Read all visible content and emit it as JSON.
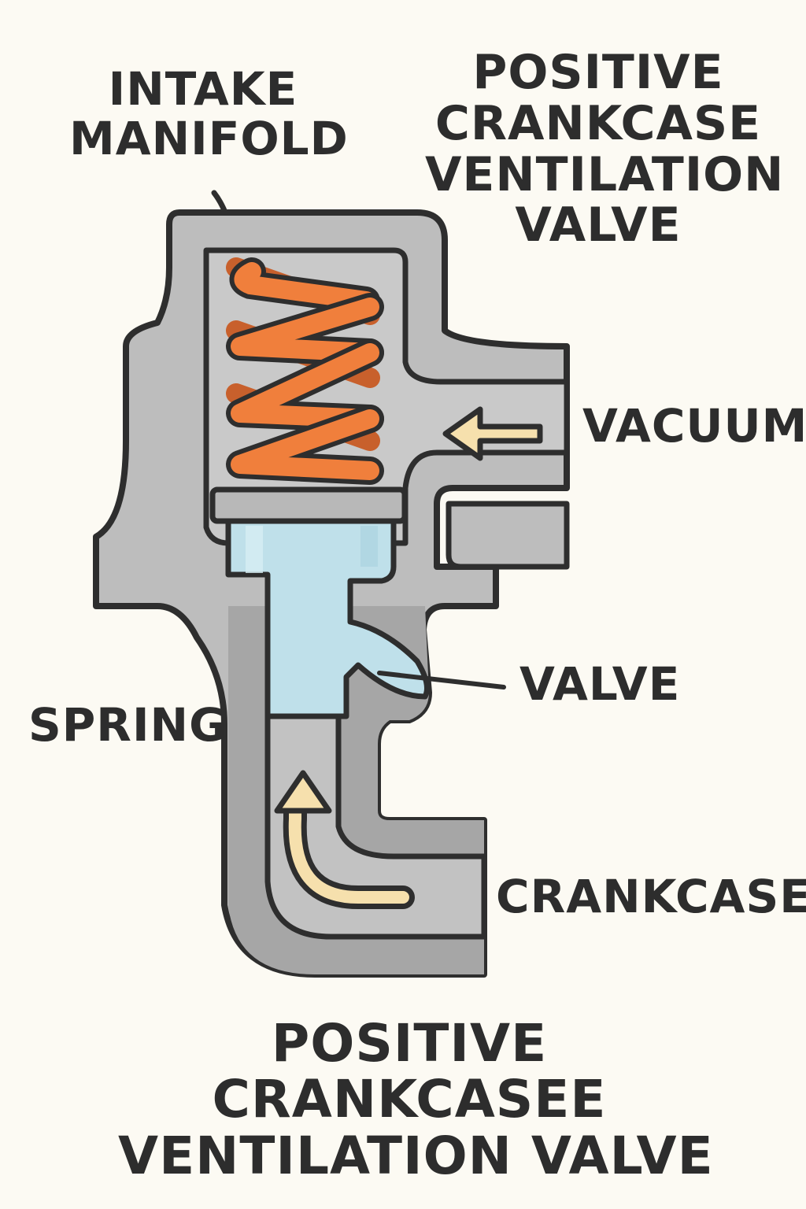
{
  "labels": {
    "intake_manifold": [
      "INTAKE",
      "MANIFOLD"
    ],
    "title_top": [
      "POSITIVE",
      "CRANKCASE",
      "VENTILATION",
      "VALVE"
    ],
    "vacuum": "VACUUM",
    "valve": "VALVE",
    "spring": "SPRING",
    "crankcase": "CRANKCASE",
    "title_bottom": [
      "POSITIVE",
      "CRANKCASEE",
      "VENTILATION VALVE"
    ]
  },
  "colors": {
    "background": "#fcfaf3",
    "outline": "#2e2e2e",
    "housing": "#bdbdbd",
    "housing_dark": "#a3a3a3",
    "spring": "#f07f3c",
    "spring_back": "#c8602c",
    "valve": "#bfe0ea",
    "arrow": "#f6e0ad"
  }
}
